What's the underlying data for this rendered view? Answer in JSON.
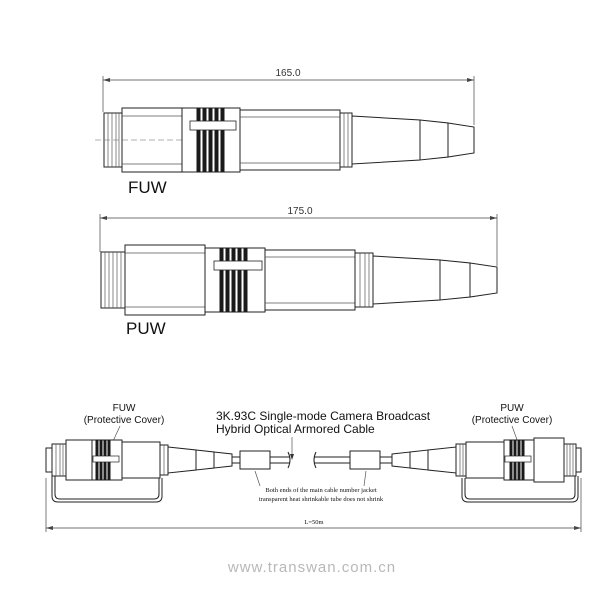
{
  "top_connector": {
    "dimension": "165.0",
    "label": "FUW"
  },
  "middle_connector": {
    "dimension": "175.0",
    "label": "PUW"
  },
  "assembly": {
    "left_label": "FUW",
    "left_sublabel": "(Protective Cover)",
    "right_label": "PUW",
    "right_sublabel": "(Protective Cover)",
    "cable_title_line1": "3K.93C Single-mode Camera Broadcast",
    "cable_title_line2": "Hybrid Optical Armored Cable",
    "note_line1": "Both ends of the main cable number jacket",
    "note_line2": "transparent heat shrinkable tube does not shrink",
    "length": "L=50m"
  },
  "watermark": "www.transwan.com.cn"
}
